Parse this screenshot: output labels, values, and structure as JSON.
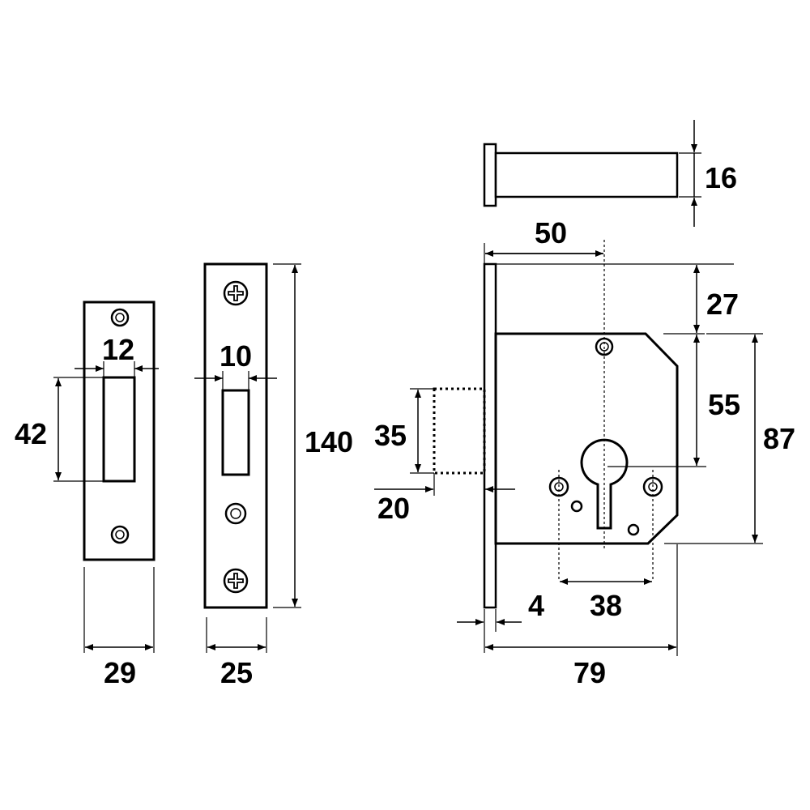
{
  "dimensions": {
    "strike_slot_width": "12",
    "strike_slot_height": "42",
    "strike_width": "29",
    "forend_slot_width": "10",
    "forend_height": "140",
    "forend_width": "25",
    "spindle_diameter": "16",
    "backset": "50",
    "top_offset": "27",
    "centre_to_centre": "55",
    "case_height": "87",
    "bolt_height": "35",
    "bolt_throw": "20",
    "forend_thickness": "4",
    "fixing_centres": "38",
    "case_depth": "79"
  },
  "colors": {
    "line": "#000000",
    "background": "#ffffff"
  },
  "icons": [
    "screw-hole-icon",
    "phillips-screw-icon",
    "euro-cylinder-keyhole-icon"
  ]
}
